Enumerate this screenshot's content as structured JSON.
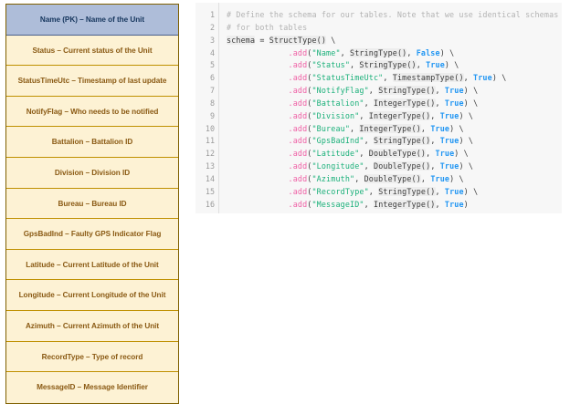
{
  "schema_table": {
    "header": {
      "label": "Name (PK) – Name of the Unit"
    },
    "rows": [
      {
        "label": "Status – Current status of the Unit"
      },
      {
        "label": "StatusTimeUtc – Timestamp of last update"
      },
      {
        "label": "NotifyFlag – Who needs to be notified"
      },
      {
        "label": "Battalion – Battalion ID"
      },
      {
        "label": "Division – Division ID"
      },
      {
        "label": "Bureau – Bureau ID"
      },
      {
        "label": "GpsBadInd – Faulty GPS Indicator Flag"
      },
      {
        "label": "Latitude – Current Latitude of the Unit"
      },
      {
        "label": "Longitude – Current Longitude of the Unit"
      },
      {
        "label": "Azimuth – Current Azimuth of the Unit"
      },
      {
        "label": "RecordType – Type of record"
      },
      {
        "label": "MessageID – Message Identifier"
      }
    ],
    "colors": {
      "header_bg": "#aebdd9",
      "header_text": "#17375e",
      "row_bg": "#fdf2d4",
      "row_text": "#8a5a14",
      "border": "#bf9000"
    }
  },
  "code_block": {
    "language": "python",
    "line_numbers": [
      "1",
      "2",
      "3",
      "4",
      "5",
      "6",
      "7",
      "8",
      "9",
      "10",
      "11",
      "12",
      "13",
      "14",
      "15",
      "16"
    ],
    "colors": {
      "background": "#f7f7f7",
      "comment": "#b3b3b3",
      "method": "#ef5fa5",
      "string": "#1bb07a",
      "boolean": "#2196f3",
      "identifier_chip_bg": "#ededed",
      "gutter_text": "#9b9b9b"
    },
    "lines": [
      {
        "n": "1",
        "text": "# Define the schema for our tables. Note that we use identical schemas"
      },
      {
        "n": "2",
        "text": "# for both tables"
      },
      {
        "n": "3",
        "text": "schema = StructType() \\"
      },
      {
        "n": "4",
        "text": "             .add(\"Name\", StringType(), False) \\"
      },
      {
        "n": "5",
        "text": "             .add(\"Status\", StringType(), True) \\"
      },
      {
        "n": "6",
        "text": "             .add(\"StatusTimeUtc\", TimestampType(), True) \\"
      },
      {
        "n": "7",
        "text": "             .add(\"NotifyFlag\", StringType(), True) \\"
      },
      {
        "n": "8",
        "text": "             .add(\"Battalion\", IntegerType(), True) \\"
      },
      {
        "n": "9",
        "text": "             .add(\"Division\", IntegerType(), True) \\"
      },
      {
        "n": "10",
        "text": "             .add(\"Bureau\", IntegerType(), True) \\"
      },
      {
        "n": "11",
        "text": "             .add(\"GpsBadInd\", StringType(), True) \\"
      },
      {
        "n": "12",
        "text": "             .add(\"Latitude\", DoubleType(), True) \\"
      },
      {
        "n": "13",
        "text": "             .add(\"Longitude\", DoubleType(), True) \\"
      },
      {
        "n": "14",
        "text": "             .add(\"Azimuth\", DoubleType(), True) \\"
      },
      {
        "n": "15",
        "text": "             .add(\"RecordType\", StringType(), True) \\"
      },
      {
        "n": "16",
        "text": "             .add(\"MessageID\", IntegerType(), True)"
      }
    ],
    "tokens": [
      {
        "n": "1",
        "parts": [
          {
            "t": "comment",
            "v": "# Define the schema for our tables. Note that we use identical schemas"
          }
        ]
      },
      {
        "n": "2",
        "parts": [
          {
            "t": "comment",
            "v": "# for both tables"
          }
        ]
      },
      {
        "n": "3",
        "parts": [
          {
            "t": "name",
            "v": "schema"
          },
          {
            "t": "plain",
            "v": " = "
          },
          {
            "t": "type",
            "v": "StructType()"
          },
          {
            "t": "cont",
            "v": " \\"
          }
        ]
      },
      {
        "n": "4",
        "parts": [
          {
            "t": "plain",
            "v": "             "
          },
          {
            "t": "method",
            "v": ".add"
          },
          {
            "t": "punct",
            "v": "("
          },
          {
            "t": "string",
            "v": "\"Name\""
          },
          {
            "t": "punct",
            "v": ", "
          },
          {
            "t": "type",
            "v": "StringType()"
          },
          {
            "t": "punct",
            "v": ", "
          },
          {
            "t": "bool",
            "v": "False"
          },
          {
            "t": "punct",
            "v": ")"
          },
          {
            "t": "cont",
            "v": " \\"
          }
        ]
      },
      {
        "n": "5",
        "parts": [
          {
            "t": "plain",
            "v": "             "
          },
          {
            "t": "method",
            "v": ".add"
          },
          {
            "t": "punct",
            "v": "("
          },
          {
            "t": "string",
            "v": "\"Status\""
          },
          {
            "t": "punct",
            "v": ", "
          },
          {
            "t": "type",
            "v": "StringType()"
          },
          {
            "t": "punct",
            "v": ", "
          },
          {
            "t": "bool",
            "v": "True"
          },
          {
            "t": "punct",
            "v": ")"
          },
          {
            "t": "cont",
            "v": " \\"
          }
        ]
      },
      {
        "n": "6",
        "parts": [
          {
            "t": "plain",
            "v": "             "
          },
          {
            "t": "method",
            "v": ".add"
          },
          {
            "t": "punct",
            "v": "("
          },
          {
            "t": "string",
            "v": "\"StatusTimeUtc\""
          },
          {
            "t": "punct",
            "v": ", "
          },
          {
            "t": "type",
            "v": "TimestampType()"
          },
          {
            "t": "punct",
            "v": ", "
          },
          {
            "t": "bool",
            "v": "True"
          },
          {
            "t": "punct",
            "v": ")"
          },
          {
            "t": "cont",
            "v": " \\"
          }
        ]
      },
      {
        "n": "7",
        "parts": [
          {
            "t": "plain",
            "v": "             "
          },
          {
            "t": "method",
            "v": ".add"
          },
          {
            "t": "punct",
            "v": "("
          },
          {
            "t": "string",
            "v": "\"NotifyFlag\""
          },
          {
            "t": "punct",
            "v": ", "
          },
          {
            "t": "type",
            "v": "StringType()"
          },
          {
            "t": "punct",
            "v": ", "
          },
          {
            "t": "bool",
            "v": "True"
          },
          {
            "t": "punct",
            "v": ")"
          },
          {
            "t": "cont",
            "v": " \\"
          }
        ]
      },
      {
        "n": "8",
        "parts": [
          {
            "t": "plain",
            "v": "             "
          },
          {
            "t": "method",
            "v": ".add"
          },
          {
            "t": "punct",
            "v": "("
          },
          {
            "t": "string",
            "v": "\"Battalion\""
          },
          {
            "t": "punct",
            "v": ", "
          },
          {
            "t": "type",
            "v": "IntegerType()"
          },
          {
            "t": "punct",
            "v": ", "
          },
          {
            "t": "bool",
            "v": "True"
          },
          {
            "t": "punct",
            "v": ")"
          },
          {
            "t": "cont",
            "v": " \\"
          }
        ]
      },
      {
        "n": "9",
        "parts": [
          {
            "t": "plain",
            "v": "             "
          },
          {
            "t": "method",
            "v": ".add"
          },
          {
            "t": "punct",
            "v": "("
          },
          {
            "t": "string",
            "v": "\"Division\""
          },
          {
            "t": "punct",
            "v": ", "
          },
          {
            "t": "type",
            "v": "IntegerType()"
          },
          {
            "t": "punct",
            "v": ", "
          },
          {
            "t": "bool",
            "v": "True"
          },
          {
            "t": "punct",
            "v": ")"
          },
          {
            "t": "cont",
            "v": " \\"
          }
        ]
      },
      {
        "n": "10",
        "parts": [
          {
            "t": "plain",
            "v": "             "
          },
          {
            "t": "method",
            "v": ".add"
          },
          {
            "t": "punct",
            "v": "("
          },
          {
            "t": "string",
            "v": "\"Bureau\""
          },
          {
            "t": "punct",
            "v": ", "
          },
          {
            "t": "type",
            "v": "IntegerType()"
          },
          {
            "t": "punct",
            "v": ", "
          },
          {
            "t": "bool",
            "v": "True"
          },
          {
            "t": "punct",
            "v": ")"
          },
          {
            "t": "cont",
            "v": " \\"
          }
        ]
      },
      {
        "n": "11",
        "parts": [
          {
            "t": "plain",
            "v": "             "
          },
          {
            "t": "method",
            "v": ".add"
          },
          {
            "t": "punct",
            "v": "("
          },
          {
            "t": "string",
            "v": "\"GpsBadInd\""
          },
          {
            "t": "punct",
            "v": ", "
          },
          {
            "t": "type",
            "v": "StringType()"
          },
          {
            "t": "punct",
            "v": ", "
          },
          {
            "t": "bool",
            "v": "True"
          },
          {
            "t": "punct",
            "v": ")"
          },
          {
            "t": "cont",
            "v": " \\"
          }
        ]
      },
      {
        "n": "12",
        "parts": [
          {
            "t": "plain",
            "v": "             "
          },
          {
            "t": "method",
            "v": ".add"
          },
          {
            "t": "punct",
            "v": "("
          },
          {
            "t": "string",
            "v": "\"Latitude\""
          },
          {
            "t": "punct",
            "v": ", "
          },
          {
            "t": "type",
            "v": "DoubleType()"
          },
          {
            "t": "punct",
            "v": ", "
          },
          {
            "t": "bool",
            "v": "True"
          },
          {
            "t": "punct",
            "v": ")"
          },
          {
            "t": "cont",
            "v": " \\"
          }
        ]
      },
      {
        "n": "13",
        "parts": [
          {
            "t": "plain",
            "v": "             "
          },
          {
            "t": "method",
            "v": ".add"
          },
          {
            "t": "punct",
            "v": "("
          },
          {
            "t": "string",
            "v": "\"Longitude\""
          },
          {
            "t": "punct",
            "v": ", "
          },
          {
            "t": "type",
            "v": "DoubleType()"
          },
          {
            "t": "punct",
            "v": ", "
          },
          {
            "t": "bool",
            "v": "True"
          },
          {
            "t": "punct",
            "v": ")"
          },
          {
            "t": "cont",
            "v": " \\"
          }
        ]
      },
      {
        "n": "14",
        "parts": [
          {
            "t": "plain",
            "v": "             "
          },
          {
            "t": "method",
            "v": ".add"
          },
          {
            "t": "punct",
            "v": "("
          },
          {
            "t": "string",
            "v": "\"Azimuth\""
          },
          {
            "t": "punct",
            "v": ", "
          },
          {
            "t": "type",
            "v": "DoubleType()"
          },
          {
            "t": "punct",
            "v": ", "
          },
          {
            "t": "bool",
            "v": "True"
          },
          {
            "t": "punct",
            "v": ")"
          },
          {
            "t": "cont",
            "v": " \\"
          }
        ]
      },
      {
        "n": "15",
        "parts": [
          {
            "t": "plain",
            "v": "             "
          },
          {
            "t": "method",
            "v": ".add"
          },
          {
            "t": "punct",
            "v": "("
          },
          {
            "t": "string",
            "v": "\"RecordType\""
          },
          {
            "t": "punct",
            "v": ", "
          },
          {
            "t": "type",
            "v": "StringType()"
          },
          {
            "t": "punct",
            "v": ", "
          },
          {
            "t": "bool",
            "v": "True"
          },
          {
            "t": "punct",
            "v": ")"
          },
          {
            "t": "cont",
            "v": " \\"
          }
        ]
      },
      {
        "n": "16",
        "parts": [
          {
            "t": "plain",
            "v": "             "
          },
          {
            "t": "method",
            "v": ".add"
          },
          {
            "t": "punct",
            "v": "("
          },
          {
            "t": "string",
            "v": "\"MessageID\""
          },
          {
            "t": "punct",
            "v": ", "
          },
          {
            "t": "type",
            "v": "IntegerType()"
          },
          {
            "t": "punct",
            "v": ", "
          },
          {
            "t": "bool",
            "v": "True"
          },
          {
            "t": "punct",
            "v": ")"
          }
        ]
      }
    ]
  }
}
